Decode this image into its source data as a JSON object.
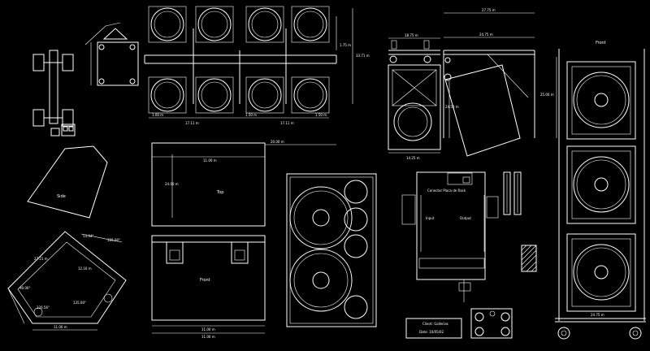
{
  "labels": {
    "bar_left": "1.00 m",
    "bar_mid": "17.11 m",
    "bar_mid2": "1.50 m",
    "bar_right": "17.11 m",
    "bar_right2": "1.50 m",
    "rack_side_h": "1.75 m",
    "rack_total_h": "33.71 m",
    "small_w": "18.75 m",
    "cab_w": "14.25 m",
    "cab_h": "24.50 m",
    "hcab_total_w": "27.75 m",
    "hcab_w": "24.75 m",
    "stack_h": "25.00 m",
    "stack_w": "24.75 m",
    "front_stack": "Front",
    "side_wedge": "Side",
    "top_w": "11.00 m",
    "top_overall": "20.00 m",
    "top_h": "24.00 m",
    "top_label": "Top",
    "front_label": "Front",
    "front_w1": "11.00 m",
    "front_w2": "11.00 m",
    "wedge_len": "27.21 m",
    "wedge_base": "11.00 m",
    "wedge_a1": "90.00°",
    "wedge_a2": "126.56°",
    "wedge_a3": "135.00°",
    "wedge_a4": "53.44°",
    "wedge_a5": "105.00°",
    "wedge_side": "12.16 m",
    "panel_title": "Conector Placa de Rack",
    "panel_input": "Input",
    "panel_output": "Output",
    "title_client": "Client: Gallerias",
    "title_date": "Date: 10/05/02"
  }
}
